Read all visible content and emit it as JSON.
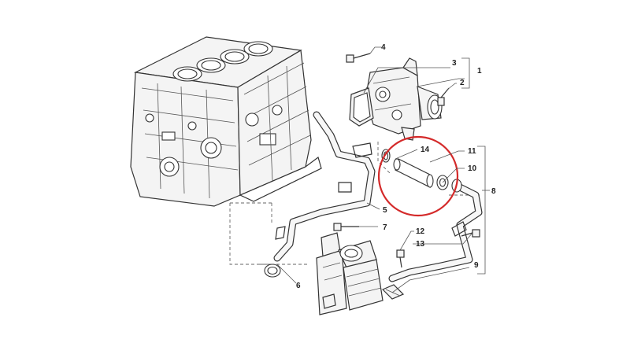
{
  "callouts": [
    {
      "id": "c1",
      "text": "1"
    },
    {
      "id": "c2",
      "text": "2"
    },
    {
      "id": "c3",
      "text": "3"
    },
    {
      "id": "c4",
      "text": "4"
    },
    {
      "id": "c5",
      "text": "5"
    },
    {
      "id": "c6",
      "text": "6"
    },
    {
      "id": "c7",
      "text": "7"
    },
    {
      "id": "c8",
      "text": "8"
    },
    {
      "id": "c9",
      "text": "9"
    },
    {
      "id": "c10",
      "text": "10"
    },
    {
      "id": "c11",
      "text": "11"
    },
    {
      "id": "c12",
      "text": "12"
    },
    {
      "id": "c13",
      "text": "13"
    },
    {
      "id": "c14",
      "text": "14"
    }
  ],
  "highlight_color": "#d42a2a",
  "line_color": "#333333"
}
